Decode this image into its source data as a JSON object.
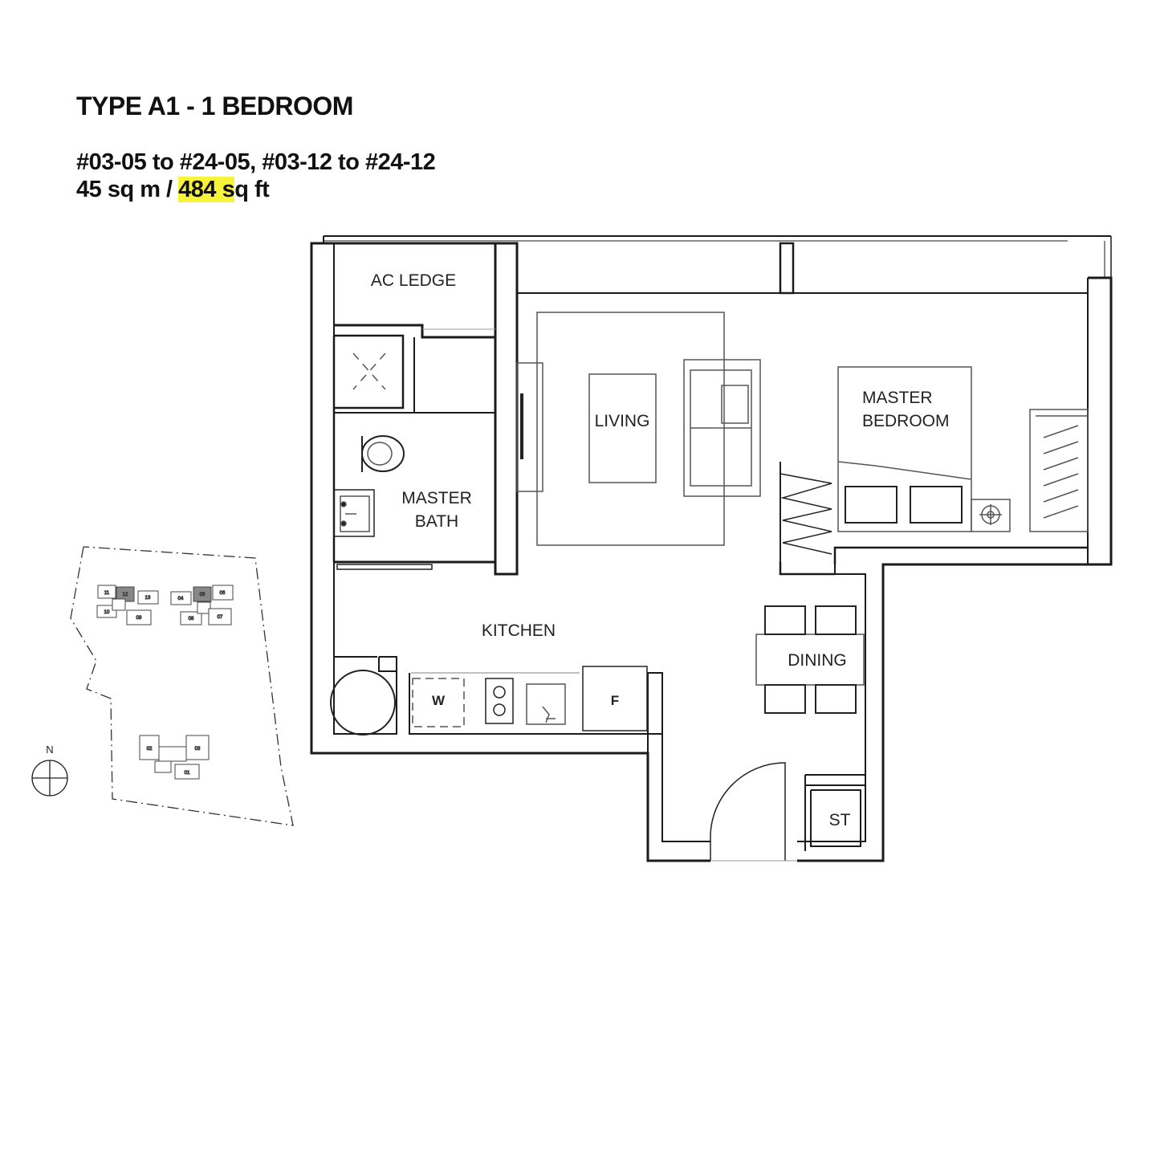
{
  "header": {
    "title": "TYPE A1 - 1 BEDROOM",
    "units": "#03-05 to #24-05,  #03-12 to #24-12",
    "area_prefix": "45 sq m / ",
    "area_highlight": "484 s",
    "area_suffix": "q ft",
    "highlight_color": "#f7f23a"
  },
  "rooms": {
    "ac_ledge": "AC LEDGE",
    "living": "LIVING",
    "master_bedroom_line1": "MASTER",
    "master_bedroom_line2": "BEDROOM",
    "master_bath_line1": "MASTER",
    "master_bath_line2": "BATH",
    "kitchen": "KITCHEN",
    "dining": "DINING",
    "store": "ST",
    "washer": "W",
    "fridge": "F"
  },
  "site_plan": {
    "north": "N",
    "blocks_a": [
      "11",
      "12",
      "13",
      "10",
      "09"
    ],
    "blocks_b": [
      "04",
      "05",
      "06",
      "08",
      "07"
    ],
    "blocks_c": [
      "02",
      "03",
      "01"
    ]
  }
}
